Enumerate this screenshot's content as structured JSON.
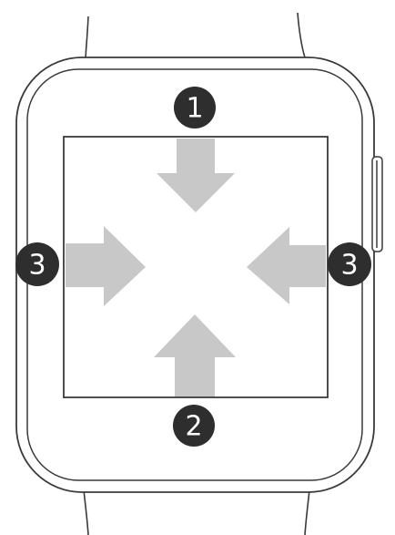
{
  "diagram": {
    "device": "smartwatch",
    "gesture_icons": [
      "arrow-down-icon",
      "arrow-up-icon",
      "arrow-right-icon",
      "arrow-left-icon"
    ],
    "colors": {
      "outline": "#3a3a3a",
      "arrow": "#c8c8c8",
      "badge": "#2e2e2e",
      "badge_text": "#ffffff"
    },
    "markers": {
      "top": "1",
      "bottom": "2",
      "left": "3",
      "right": "3"
    }
  }
}
